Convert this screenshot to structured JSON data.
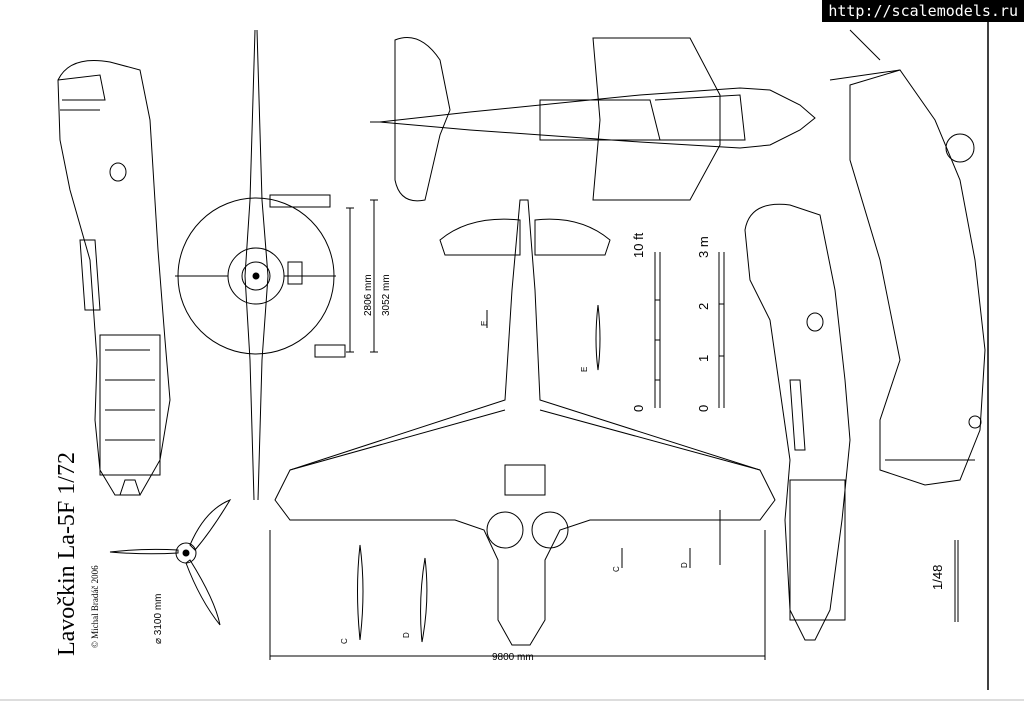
{
  "watermark": "http://scalemodels.ru",
  "title": "Lavočkin La-5F 1/72",
  "copyright": "© Michal Bradáč 2006",
  "dimensions": {
    "height_a": "2806 mm",
    "height_b": "3052 mm",
    "prop_diameter": "⌀ 3100 mm",
    "wingspan": "9800 mm"
  },
  "scale_ft": {
    "unit": "10 ft",
    "ticks": [
      "0"
    ]
  },
  "scale_m": {
    "unit": "3 m",
    "ticks": [
      "0",
      "1",
      "2"
    ]
  },
  "section_labels": [
    "E",
    "E",
    "C",
    "D",
    "C",
    "D"
  ],
  "scale_small": "1/48",
  "colors": {
    "ink": "#000000",
    "paper": "#ffffff"
  }
}
